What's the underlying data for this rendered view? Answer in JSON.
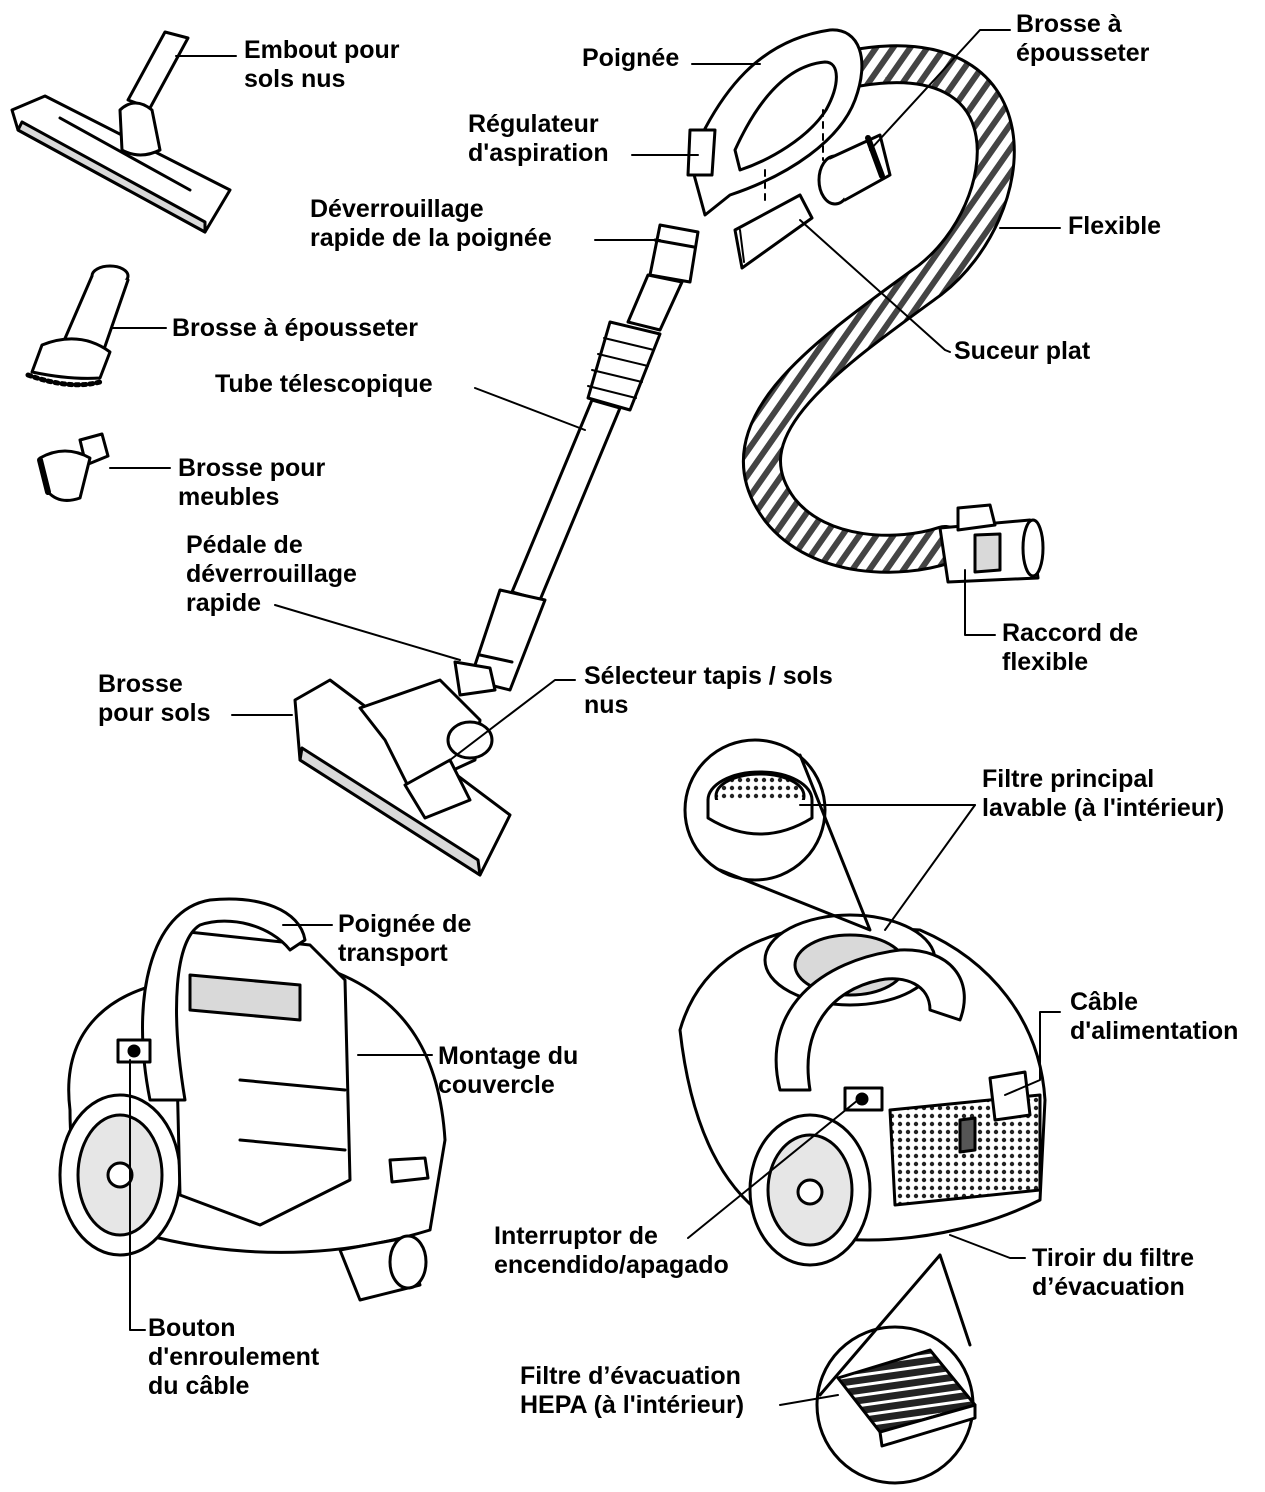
{
  "labels": {
    "embout_sols_nus": [
      "Embout pour",
      "sols nus"
    ],
    "brosse_epousseter_top": [
      "Brosse à",
      "épousseter"
    ],
    "poignee": [
      "Poignée"
    ],
    "regulateur": [
      "Régulateur",
      "d'aspiration"
    ],
    "deverrouillage_poignee": [
      "Déverrouillage",
      "rapide de la poignée"
    ],
    "flexible": [
      "Flexible"
    ],
    "brosse_epousseter_left": [
      "Brosse à épousseter"
    ],
    "suceur_plat": [
      "Suceur plat"
    ],
    "tube_telescopique": [
      "Tube télescopique"
    ],
    "brosse_meubles": [
      "Brosse pour",
      "meubles"
    ],
    "pedale": [
      "Pédale de",
      "déverrouillage",
      "rapide"
    ],
    "raccord_flexible": [
      "Raccord de",
      "flexible"
    ],
    "brosse_sols": [
      "Brosse",
      "pour sols"
    ],
    "selecteur": [
      "Sélecteur tapis / sols",
      "nus"
    ],
    "filtre_principal": [
      "Filtre principal",
      "lavable (à l'intérieur)"
    ],
    "poignee_transport": [
      "Poignée de",
      "transport"
    ],
    "cable_alimentation": [
      "Câble",
      "d'alimentation"
    ],
    "montage_couvercle": [
      "Montage du",
      "couvercle"
    ],
    "interruptor": [
      "Interruptor de",
      "encendido/apagado"
    ],
    "tiroir_filtre": [
      "Tiroir du filtre",
      "d’évacuation"
    ],
    "bouton_enroulement": [
      "Bouton",
      "d'enroulement",
      "du câble"
    ],
    "filtre_hepa": [
      "Filtre d’évacuation",
      "HEPA (à l'intérieur)"
    ]
  },
  "colors": {
    "ink": "#000000",
    "paper": "#ffffff",
    "shade": "#d9d9d9",
    "dark": "#555555"
  }
}
